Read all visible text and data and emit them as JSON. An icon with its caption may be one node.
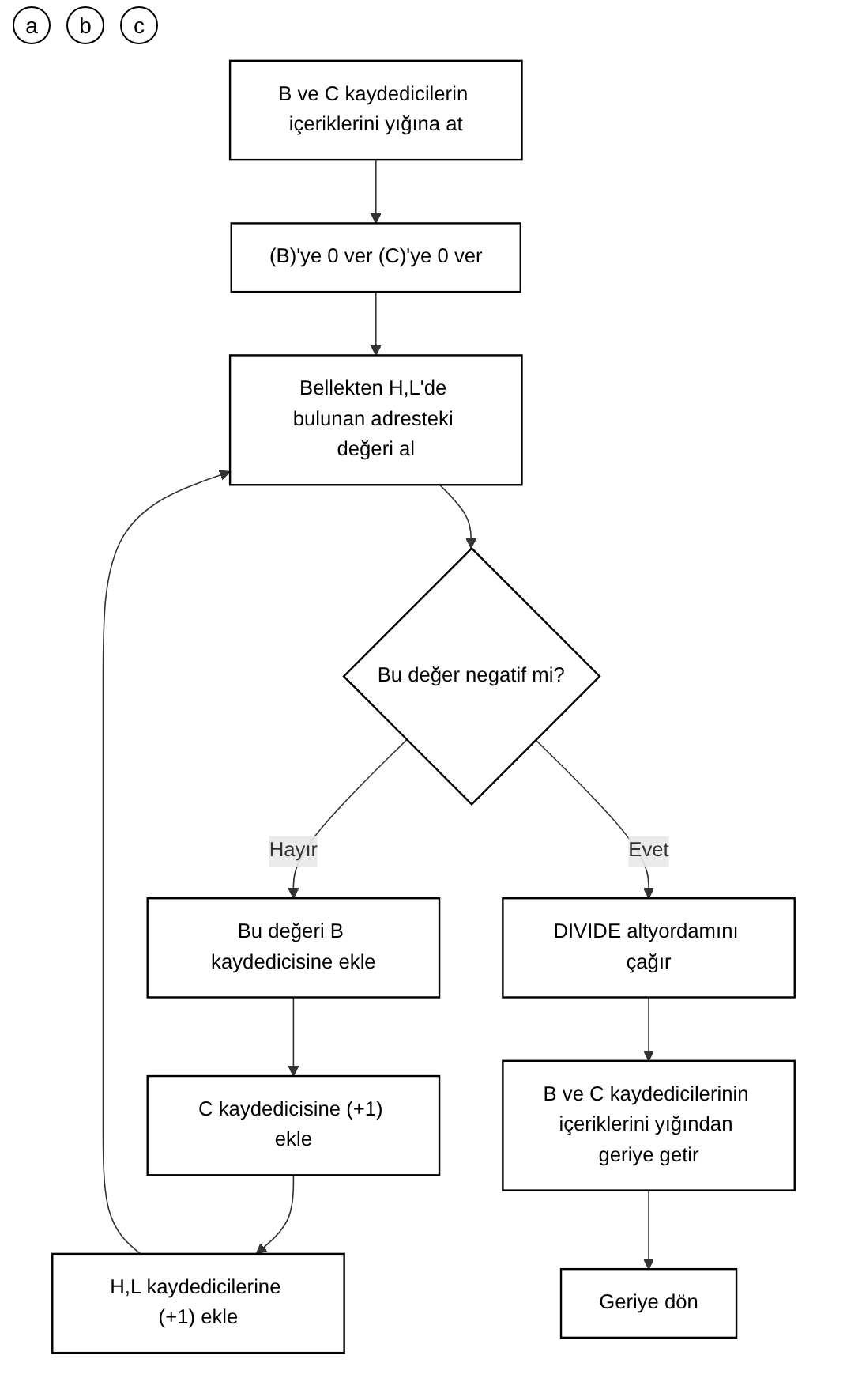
{
  "diagram": {
    "nodes": [
      {
        "text": [
          "B ve C kaydedicilerin içeriklerini yığına at"
        ]
      },
      {
        "text": [
          "(B)'ye 0 ver (C)'ye 0 ver"
        ]
      },
      {
        "text": [
          "Bellekten H,L'de bulunan adresteki değeri al"
        ]
      },
      {
        "text": [
          "Bu değer negatif mi?"
        ]
      },
      {
        "text": [
          "Bu değeri B kaydedicisine ekle"
        ]
      },
      {
        "text": [
          "C kaydedicisine (+1) ekle"
        ]
      },
      {
        "text": [
          "H,L kaydedicilerine (+1) ekle"
        ]
      },
      {
        "text": [
          "DIVIDE altyordamını çağır"
        ]
      },
      {
        "text": [
          "B ve C kaydedicilerinin içeriklerini yığından geriye getir"
        ]
      },
      {
        "text": [
          "Geriye dön"
        ]
      }
    ],
    "edges": [
      {
        "from": 0,
        "to": 1,
        "arrow": "to"
      },
      {
        "from": 1,
        "to": 2,
        "arrow": "to"
      },
      {
        "from": 2,
        "to": 3,
        "arrow": "to"
      },
      {
        "from": 3,
        "to": 4,
        "arrow": "to",
        "label": "Hayır"
      },
      {
        "from": 4,
        "to": 5,
        "arrow": "to"
      },
      {
        "from": 5,
        "to": 6,
        "arrow": "to"
      },
      {
        "from": 6,
        "to": 2,
        "arrow": "to"
      },
      {
        "from": 3,
        "to": 7,
        "arrow": "to",
        "label": "Evet"
      },
      {
        "from": 7,
        "to": 8,
        "arrow": "to"
      },
      {
        "from": 8,
        "to": 9,
        "arrow": "to"
      }
    ],
    "labels": [
      "a",
      "b",
      "c"
    ]
  }
}
